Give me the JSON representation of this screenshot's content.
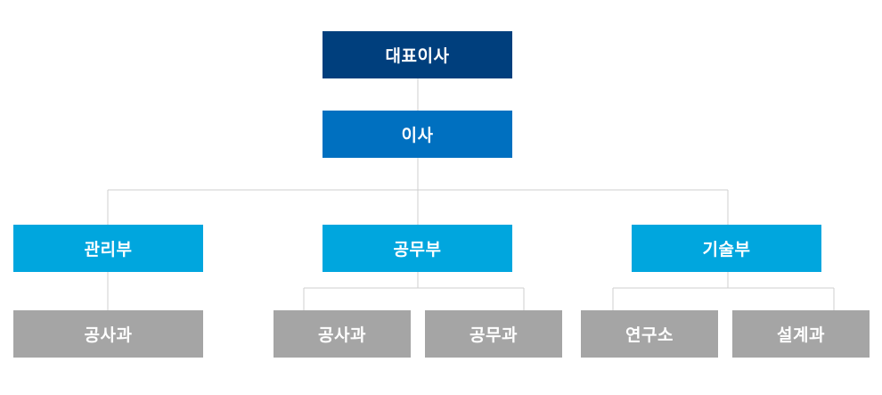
{
  "org": {
    "ceo": {
      "label": "대표이사",
      "color": "#003f7d"
    },
    "director": {
      "label": "이사",
      "color": "#0070c0"
    },
    "departments": [
      {
        "label": "관리부",
        "units": [
          {
            "label": "공사과"
          }
        ]
      },
      {
        "label": "공무부",
        "units": [
          {
            "label": "공사과"
          },
          {
            "label": "공무과"
          }
        ]
      },
      {
        "label": "기술부",
        "units": [
          {
            "label": "연구소"
          },
          {
            "label": "설계과"
          }
        ]
      }
    ],
    "department_color": "#00a6de",
    "unit_color": "#a5a5a5",
    "connector_color": "#cfcfcf"
  }
}
